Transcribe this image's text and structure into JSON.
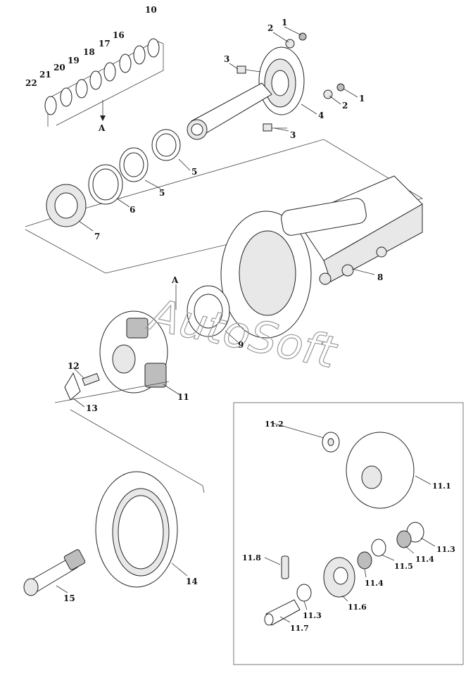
{
  "labels": {
    "p1a": "1",
    "p1b": "1",
    "p2a": "2",
    "p2b": "2",
    "p3a": "3",
    "p3b": "3",
    "p4": "4",
    "p5a": "5",
    "p5b": "5",
    "p6": "6",
    "p7": "7",
    "p8": "8",
    "p9": "9",
    "p10": "10",
    "p11": "11",
    "p12": "12",
    "p13": "13",
    "p14": "14",
    "p15": "15",
    "p16": "16",
    "p17": "17",
    "p18": "18",
    "p19": "19",
    "p20": "20",
    "p21": "21",
    "p22": "22",
    "viewA_top": "A",
    "viewA_mid": "A",
    "p11_1": "11.1",
    "p11_2": "11.2",
    "p11_3a": "11.3",
    "p11_3b": "11.3",
    "p11_4a": "11.4",
    "p11_4b": "11.4",
    "p11_5": "11.5",
    "p11_6": "11.6",
    "p11_7": "11.7",
    "p11_8": "11.8"
  },
  "watermark": "AutoSoft"
}
